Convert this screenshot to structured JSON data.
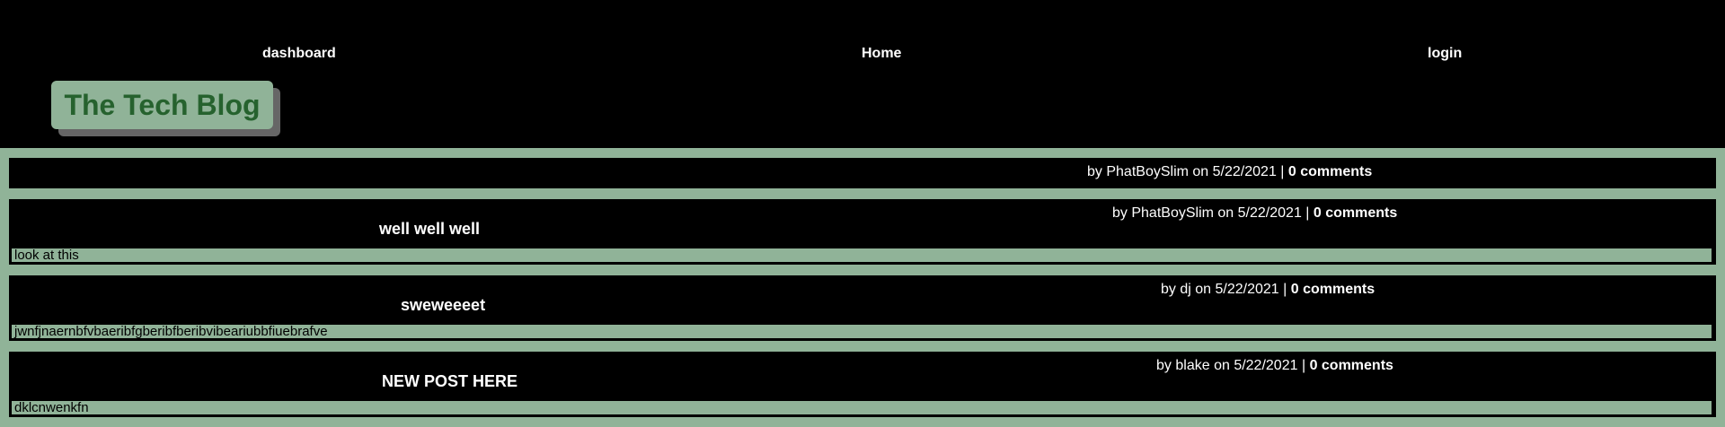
{
  "nav": {
    "dashboard": "dashboard",
    "home": "Home",
    "login": "login"
  },
  "site": {
    "title": "The Tech Blog"
  },
  "posts": [
    {
      "title": "",
      "author": "PhatBoySlim",
      "date": "5/22/2021",
      "comments": "0 comments",
      "body": ""
    },
    {
      "title": "well well well",
      "author": "PhatBoySlim",
      "date": "5/22/2021",
      "comments": "0 comments",
      "body": "look at this"
    },
    {
      "title": "sweweeeet",
      "author": "dj",
      "date": "5/22/2021",
      "comments": "0 comments",
      "body": "jwnfjnaernbfvbaeribfgberibfberibvibeariubbfiuebrafve"
    },
    {
      "title": "NEW POST HERE",
      "author": "blake",
      "date": "5/22/2021",
      "comments": "0 comments",
      "body": "dklcnwenkfn"
    }
  ],
  "labels": {
    "by": "by",
    "on": "on",
    "sep": "|"
  },
  "colors": {
    "accent": "#90b398",
    "logo_text": "#26622e",
    "background": "#000000"
  }
}
